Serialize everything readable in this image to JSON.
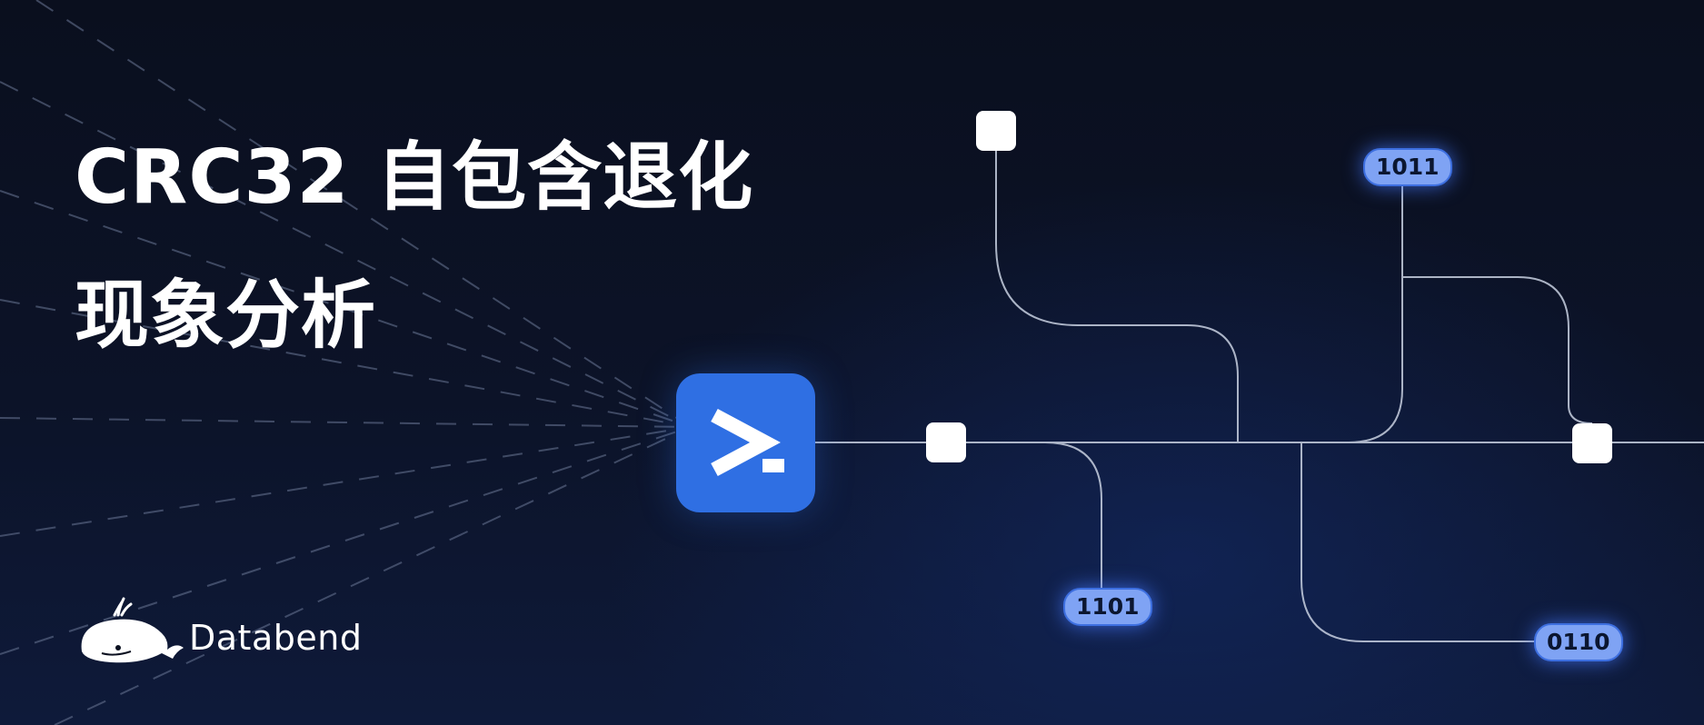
{
  "title": {
    "line1": "CRC32 自包含退化",
    "line2": "现象分析"
  },
  "brand": {
    "name": "Databend"
  },
  "terminal": {
    "icon": "terminal-prompt-icon",
    "color": "#2f6fe3"
  },
  "badges": {
    "top": "1011",
    "middle": "1101",
    "bottom": "0110"
  },
  "colors": {
    "background": "#0b1020",
    "accent": "#2f6fe3",
    "badge_fill": "#7fa3f4",
    "line": "#c8d0e0"
  }
}
